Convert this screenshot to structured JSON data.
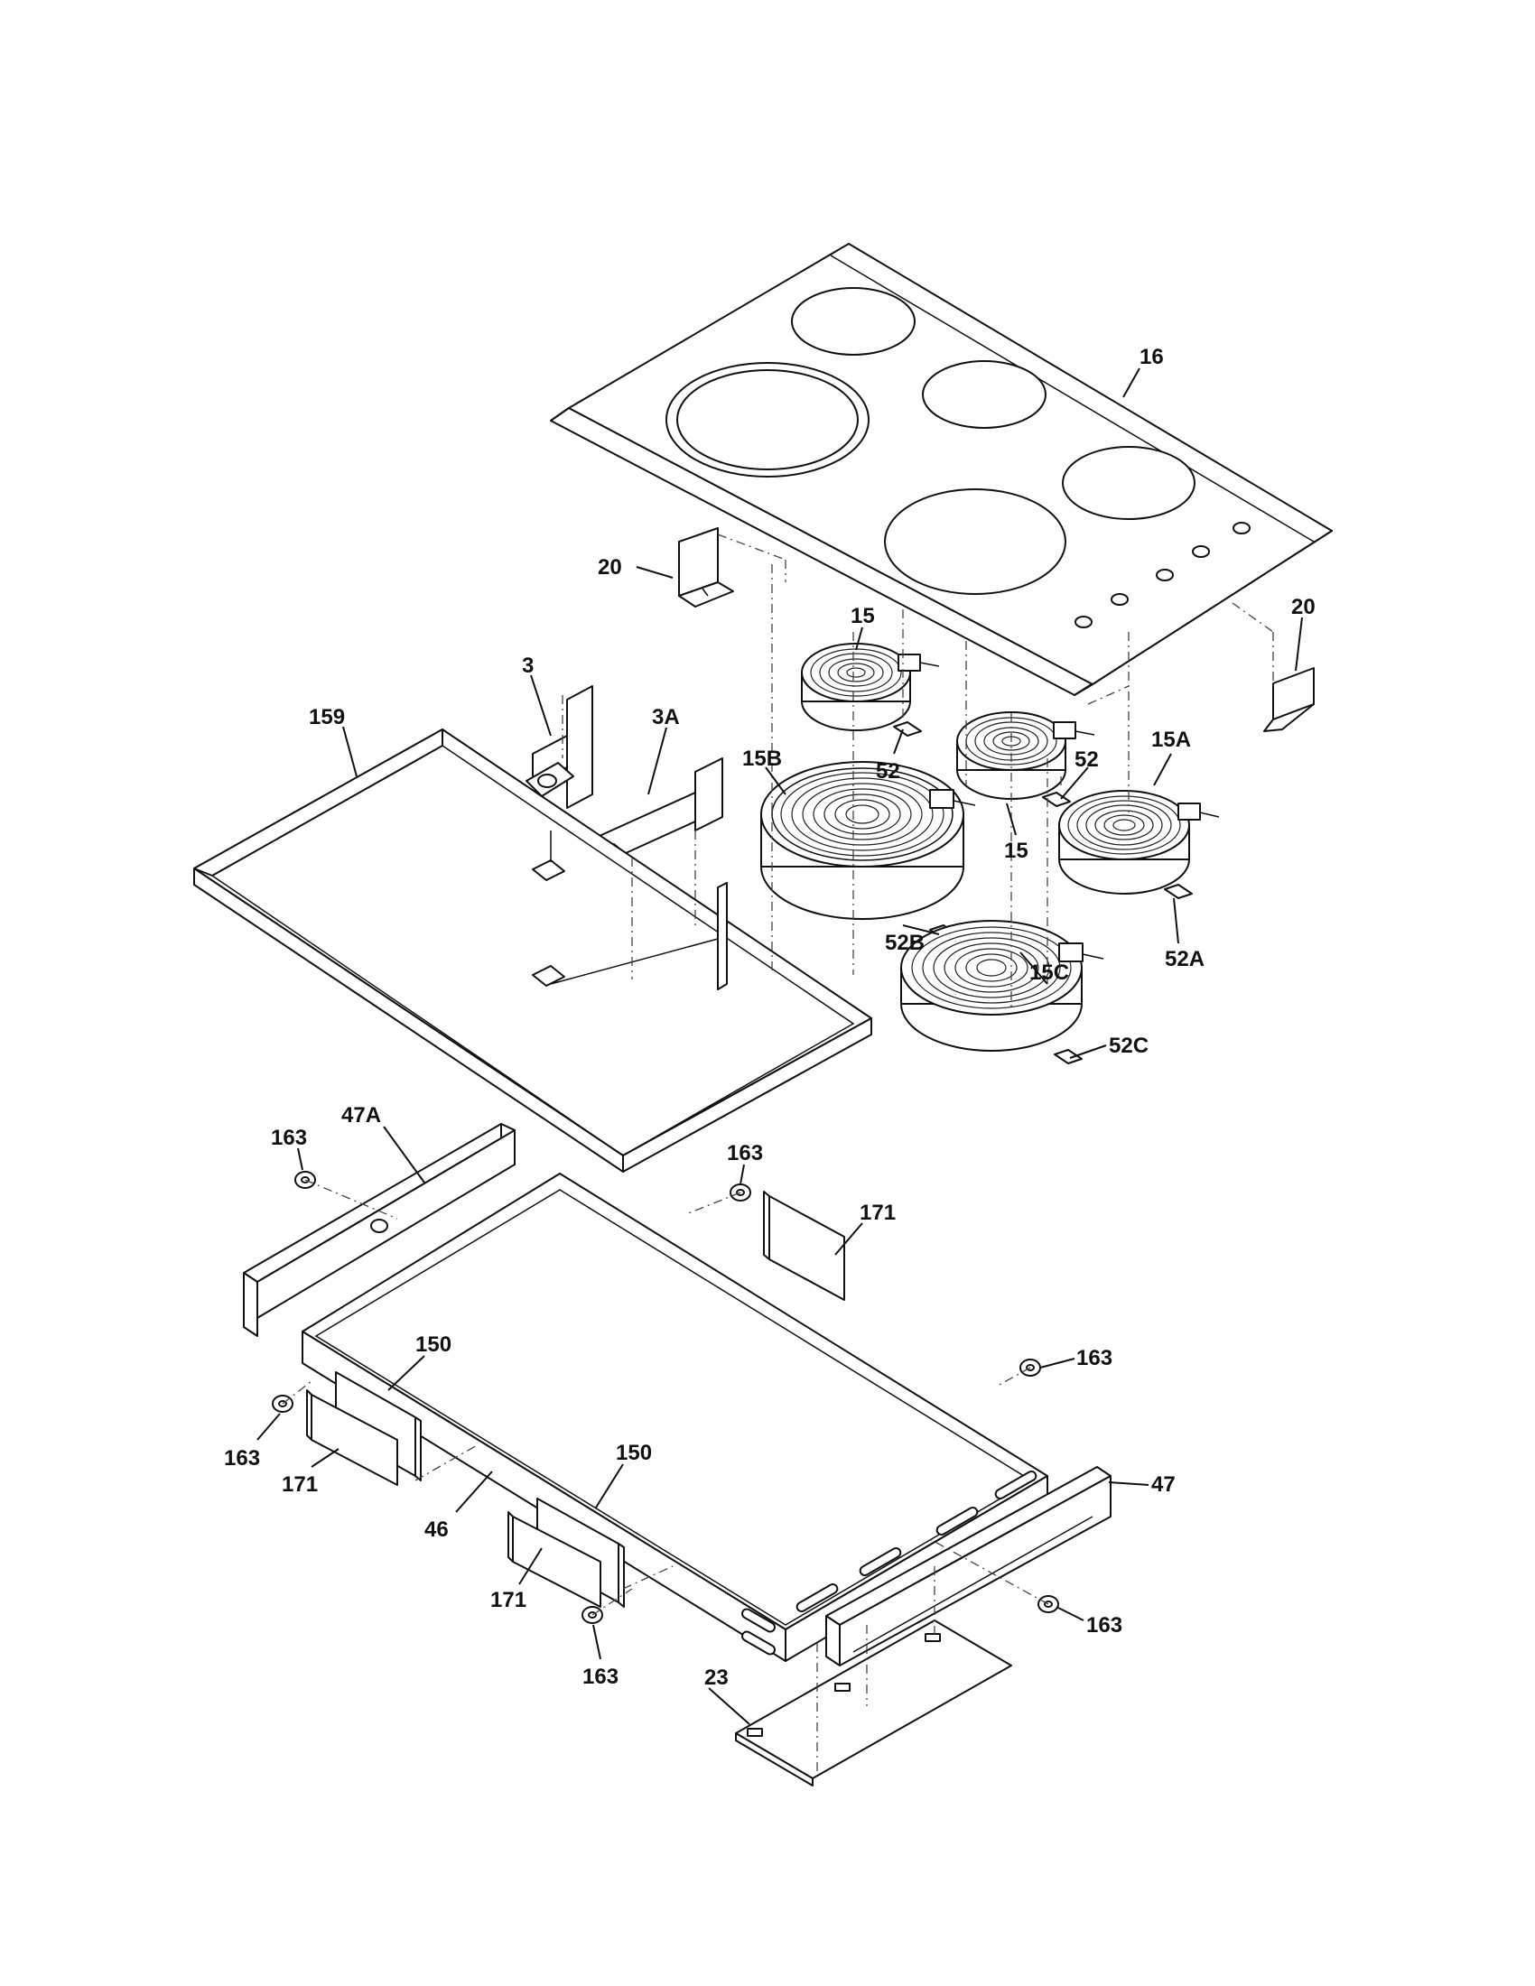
{
  "labels": {
    "l16": "16",
    "l20a": "20",
    "l20b": "20",
    "l3": "3",
    "l3a": "3A",
    "l159": "159",
    "l15a_top": "15",
    "l15b_mid": "15",
    "l52a": "52",
    "l52b": "52",
    "l15A": "15A",
    "l15B": "15B",
    "l52B": "52B",
    "l15C": "15C",
    "l52A": "52A",
    "l52C": "52C",
    "l163a": "163",
    "l163b": "163",
    "l163c": "163",
    "l163d": "163",
    "l163e": "163",
    "l163f": "163",
    "l47A": "47A",
    "l47": "47",
    "l171a": "171",
    "l171b": "171",
    "l171c": "171",
    "l150a": "150",
    "l150b": "150",
    "l46": "46",
    "l23": "23"
  },
  "colors": {
    "line": "#111111",
    "paper": "#ffffff"
  }
}
